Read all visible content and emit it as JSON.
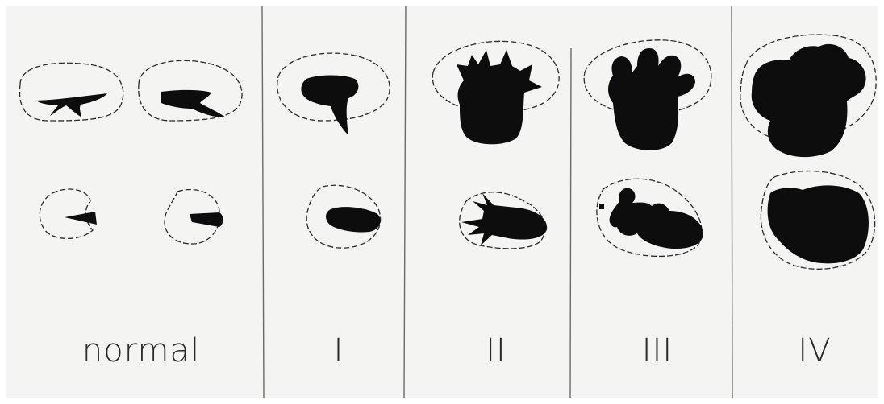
{
  "labels": {
    "normal": "normal",
    "grade_1": "I",
    "grade_2": "II",
    "grade_3": "III",
    "grade_4": "IV"
  },
  "colors": {
    "paper": "#f4f4f2",
    "outline": "#2a2a2a",
    "fill": "#0d0d0d",
    "divider": "#6a6a6a"
  }
}
